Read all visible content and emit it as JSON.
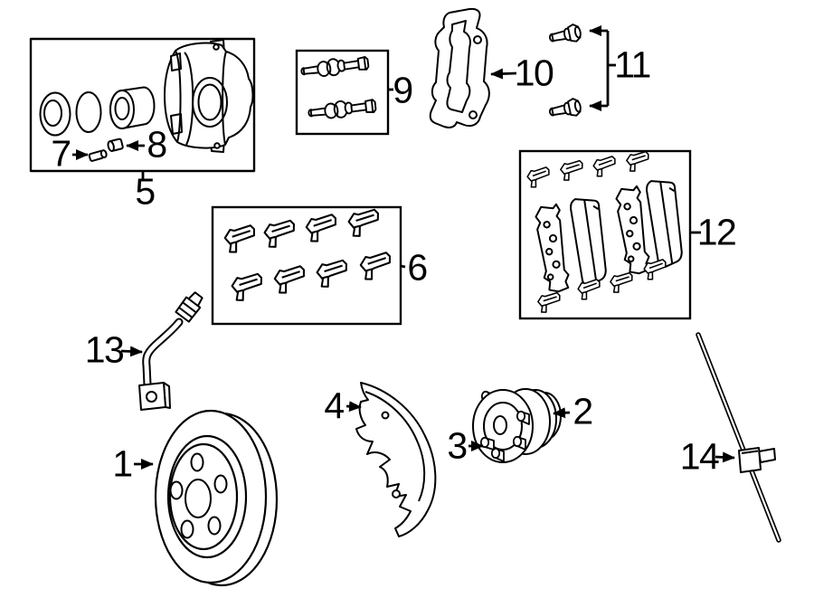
{
  "diagram": {
    "background_color": "#ffffff",
    "line_color": "#000000",
    "callouts": [
      {
        "label": "1"
      },
      {
        "label": "2"
      },
      {
        "label": "3"
      },
      {
        "label": "4"
      },
      {
        "label": "5"
      },
      {
        "label": "6"
      },
      {
        "label": "7"
      },
      {
        "label": "8"
      },
      {
        "label": "9"
      },
      {
        "label": "10"
      },
      {
        "label": "11"
      },
      {
        "label": "12"
      },
      {
        "label": "13"
      },
      {
        "label": "14"
      }
    ]
  }
}
